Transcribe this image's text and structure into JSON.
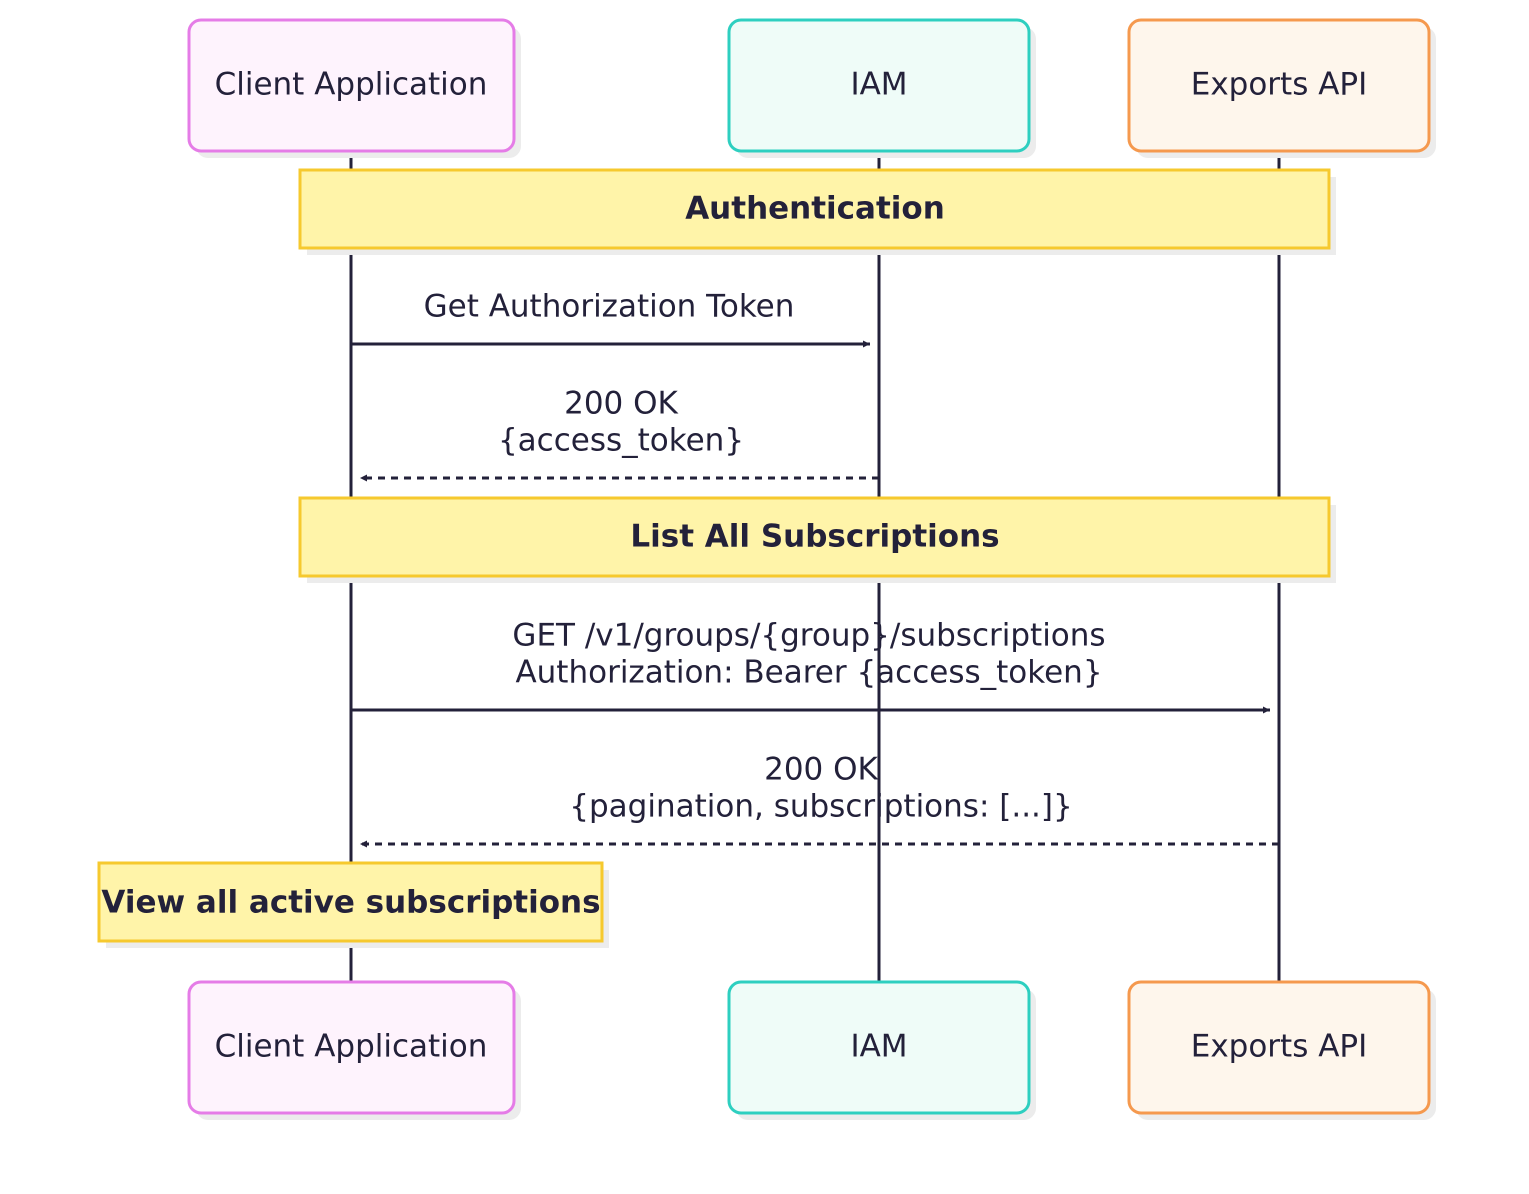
{
  "diagram": {
    "type": "sequence",
    "actors": [
      {
        "id": "client",
        "label": "Client Application",
        "border": "#e57ce7",
        "fill": "#fef3fd"
      },
      {
        "id": "iam",
        "label": "IAM",
        "border": "#2ecfc0",
        "fill": "#effcf8"
      },
      {
        "id": "exports",
        "label": "Exports API",
        "border": "#f5994e",
        "fill": "#fef6ec"
      }
    ],
    "sections": [
      {
        "label": "Authentication"
      },
      {
        "label": "List All Subscriptions"
      }
    ],
    "messages": [
      {
        "from": "client",
        "to": "iam",
        "style": "solid",
        "lines": [
          "Get Authorization Token"
        ]
      },
      {
        "from": "iam",
        "to": "client",
        "style": "dashed",
        "lines": [
          "200 OK",
          "{access_token}"
        ]
      },
      {
        "from": "client",
        "to": "exports",
        "style": "solid",
        "lines": [
          "GET /v1/groups/{group}/subscriptions",
          "Authorization: Bearer {access_token}"
        ]
      },
      {
        "from": "exports",
        "to": "client",
        "style": "dashed",
        "lines": [
          "200 OK",
          "{pagination, subscriptions: [...]}"
        ]
      }
    ],
    "final_note": {
      "label": "View all active subscriptions"
    },
    "colors": {
      "note_border": "#f6c92e",
      "note_fill": "#fff4a9",
      "line": "#23213a",
      "text": "#23213a",
      "shadow": "#ececec"
    }
  }
}
